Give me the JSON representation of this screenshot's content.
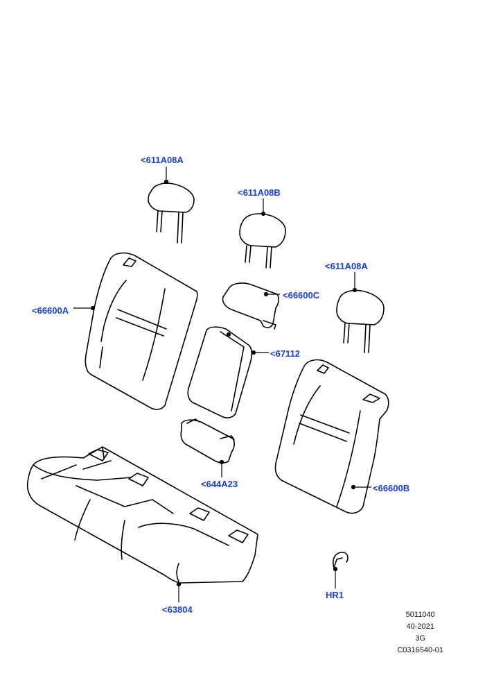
{
  "callouts": {
    "headrest_left": "<611A08A",
    "headrest_center": "<611A08B",
    "headrest_right": "<611A08A",
    "backrest_left": "<66600A",
    "center_cover": "<66600C",
    "armrest": "<67112",
    "bracket": "<644A23",
    "backrest_right": "<66600B",
    "cushion": "<63804",
    "hog_ring": "HR1"
  },
  "reference": {
    "line1": "5011040",
    "line2": "40-2021",
    "line3": "3G",
    "line4": "C0316540-01"
  },
  "colors": {
    "callout": "#1a3fd6",
    "line": "#000000"
  }
}
